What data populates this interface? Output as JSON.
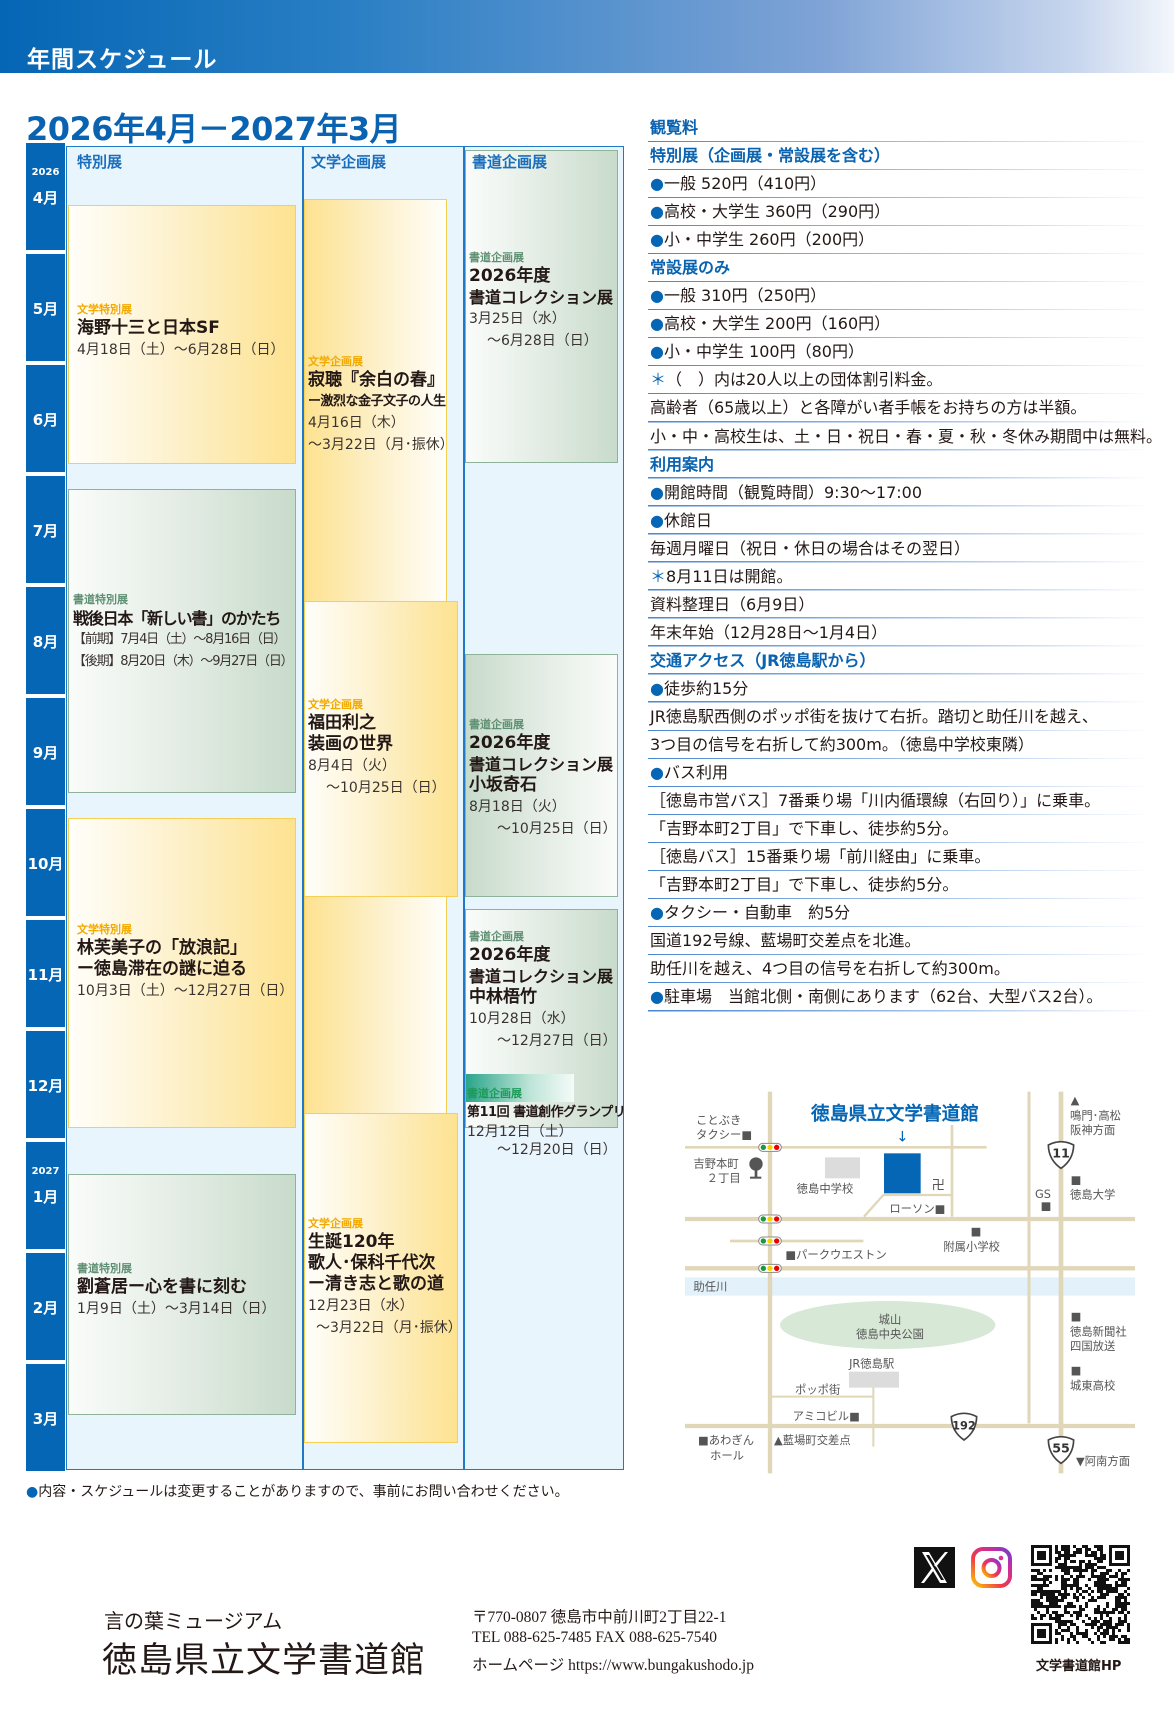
{
  "header": {
    "title": "年間スケジュール"
  },
  "period": "2026年4月－2027年3月",
  "columns": [
    "特別展",
    "文学企画展",
    "書道企画展"
  ],
  "months": [
    {
      "year": "2026",
      "label": "4月"
    },
    {
      "label": "5月"
    },
    {
      "label": "6月"
    },
    {
      "label": "7月"
    },
    {
      "label": "8月"
    },
    {
      "label": "9月"
    },
    {
      "label": "10月"
    },
    {
      "label": "11月"
    },
    {
      "label": "12月"
    },
    {
      "year": "2027",
      "label": "1月"
    },
    {
      "label": "2月"
    },
    {
      "label": "3月"
    }
  ],
  "events": {
    "unno": {
      "category": "文学特別展",
      "title": "海野十三と日本SF",
      "dates": "4月18日（土）～6月28日（日）"
    },
    "sengo": {
      "category": "書道特別展",
      "title": "戦後日本「新しい書」のかたち",
      "dates1": "【前期】7月4日（土）～8月16日（日）",
      "dates2": "【後期】8月20日（木）～9月27日（日）"
    },
    "hayashi": {
      "category": "文学特別展",
      "title1": "林芙美子の「放浪記」",
      "title2": "ー徳島滞在の謎に迫る",
      "dates": "10月3日（土）～12月27日（日）"
    },
    "ryu": {
      "category": "書道特別展",
      "title": "劉蒼居ー心を書に刻む",
      "dates": "1月9日（土）～3月14日（日）"
    },
    "jakucho": {
      "category": "文学企画展",
      "title": "寂聴『余白の春』",
      "subtitle": "ー激烈な金子文子の人生",
      "dates1": "4月16日（木）",
      "dates2": "～3月22日（月･振休）"
    },
    "fukuda": {
      "category": "文学企画展",
      "title1": "福田利之",
      "title2": "装画の世界",
      "dates1": "8月4日（火）",
      "dates2": "～10月25日（日）"
    },
    "hoshina": {
      "category": "文学企画展",
      "title1": "生誕120年",
      "title2": "歌人･保科千代次",
      "title3": "ー清き志と歌の道",
      "dates1": "12月23日（水）",
      "dates2": "～3月22日（月･振休）"
    },
    "col1": {
      "category": "書道企画展",
      "title1": "2026年度",
      "title2": "書道コレクション展",
      "dates1": "3月25日（水）",
      "dates2": "～6月28日（日）"
    },
    "kosaka": {
      "category": "書道企画展",
      "title1": "2026年度",
      "title2": "書道コレクション展",
      "title3": "小坂奇石",
      "dates1": "8月18日（火）",
      "dates2": "～10月25日（日）"
    },
    "nakabayashi": {
      "category": "書道企画展",
      "title1": "2026年度",
      "title2": "書道コレクション展",
      "title3": "中林梧竹",
      "dates1": "10月28日（水）",
      "dates2": "～12月27日（日）"
    },
    "grandprix": {
      "category": "書道企画展",
      "title": "第11回 書道創作グランプリ",
      "dates1": "12月12日（土）",
      "dates2": "～12月20日（日）"
    }
  },
  "note": {
    "bullet": "●",
    "text": "内容・スケジュールは変更することがありますので、事前にお問い合わせください。"
  },
  "info_rows": [
    {
      "type": "head",
      "text": "観覧料"
    },
    {
      "type": "head",
      "text": "特別展（企画展・常設展を含む）"
    },
    {
      "type": "bullet",
      "text": "一般 520円（410円）"
    },
    {
      "type": "bullet",
      "text": "高校・大学生 360円（290円）"
    },
    {
      "type": "bullet",
      "text": "小・中学生 260円（200円）"
    },
    {
      "type": "head",
      "text": "常設展のみ"
    },
    {
      "type": "bullet",
      "text": "一般 310円（250円）"
    },
    {
      "type": "bullet",
      "text": "高校・大学生 200円（160円）"
    },
    {
      "type": "bullet",
      "text": "小・中学生 100円（80円）"
    },
    {
      "type": "note",
      "text": "（　）内は20人以上の団体割引料金。"
    },
    {
      "type": "plain",
      "text": "高齢者（65歳以上）と各障がい者手帳をお持ちの方は半額。"
    },
    {
      "type": "plain",
      "text": "小・中・高校生は、土・日・祝日・春・夏・秋・冬休み期間中は無料。"
    },
    {
      "type": "head",
      "text": "利用案内"
    },
    {
      "type": "bullet",
      "text": "開館時間（観覧時間）9:30～17:00"
    },
    {
      "type": "bullet",
      "text": "休館日"
    },
    {
      "type": "plain",
      "text": "毎週月曜日（祝日・休日の場合はその翌日）"
    },
    {
      "type": "note",
      "text": "8月11日は開館。"
    },
    {
      "type": "plain",
      "text": "資料整理日（6月9日）"
    },
    {
      "type": "plain",
      "text": "年末年始（12月28日～1月4日）"
    },
    {
      "type": "head",
      "text": "交通アクセス（JR徳島駅から）"
    },
    {
      "type": "bullet",
      "text": "徒歩約15分"
    },
    {
      "type": "plain",
      "text": "JR徳島駅西側のポッポ街を抜けて右折。踏切と助任川を越え、"
    },
    {
      "type": "plain",
      "text": "3つ目の信号を右折して約300m。（徳島中学校東隣）"
    },
    {
      "type": "bullet",
      "text": "バス利用"
    },
    {
      "type": "plain",
      "text": "［徳島市営バス］7番乗り場「川内循環線（右回り）」に乗車。"
    },
    {
      "type": "plain",
      "text": "「吉野本町2丁目」で下車し、徒歩約5分。"
    },
    {
      "type": "plain",
      "text": "［徳島バス］15番乗り場「前川経由」に乗車。"
    },
    {
      "type": "plain",
      "text": "「吉野本町2丁目」で下車し、徒歩約5分。"
    },
    {
      "type": "bullet",
      "text": "タクシー・自動車　約5分"
    },
    {
      "type": "plain",
      "text": "国道192号線、藍場町交差点を北進。"
    },
    {
      "type": "plain",
      "text": "助任川を越え、4つ目の信号を右折して約300m。"
    },
    {
      "type": "bullet",
      "text": "駐車場　当館北側・南側にあります（62台、大型バス2台）。"
    }
  ],
  "bullet_glyph": "●",
  "note_glyph": "＊",
  "map": {
    "museum": "徳島県立文学書道館",
    "arrow": "↓",
    "kotobuki1": "ことぶき",
    "kotobuki2": "タクシー■",
    "yoshino1": "吉野本町",
    "yoshino2": "２丁目",
    "chugakko": "徳島中学校",
    "temple": "卍",
    "lawson": "ローソン■",
    "gs": "GS",
    "naruto1": "▲",
    "naruto2": "鳴門･高松",
    "naruto3": "阪神方面",
    "route11": "11",
    "univ1": "■",
    "univ2": "徳島大学",
    "fuzoku1": "■",
    "fuzoku2": "附属小学校",
    "park_weston": "■パークウエストン",
    "river": "助任川",
    "park1": "城山",
    "park2": "徳島中央公園",
    "jr": "JR徳島駅",
    "poppo": "ポッポ街",
    "amico": "アミコビル■",
    "route192": "192",
    "awagin1": "■あわぎん",
    "awagin2": "ホール",
    "aiba": "▲藍場町交差点",
    "route55": "55",
    "anan": "▼阿南方面",
    "shinbun1": "■",
    "shinbun2": "徳島新聞社",
    "shinbun3": "四国放送",
    "joto1": "■",
    "joto2": "城東高校"
  },
  "footer": {
    "subtitle": "言の葉ミュージアム",
    "name": "徳島県立文学書道館",
    "address": "〒770-0807  徳島市中前川町2丁目22-1",
    "phone": "TEL 088-625-7485  FAX 088-625-7540",
    "homepage": "ホームページ https://www.bungakushodo.jp",
    "qr_label": "文学書道館HP"
  },
  "colors": {
    "brand": "#0566b5",
    "gold": "#fde290",
    "green": "#c8dbcb"
  }
}
